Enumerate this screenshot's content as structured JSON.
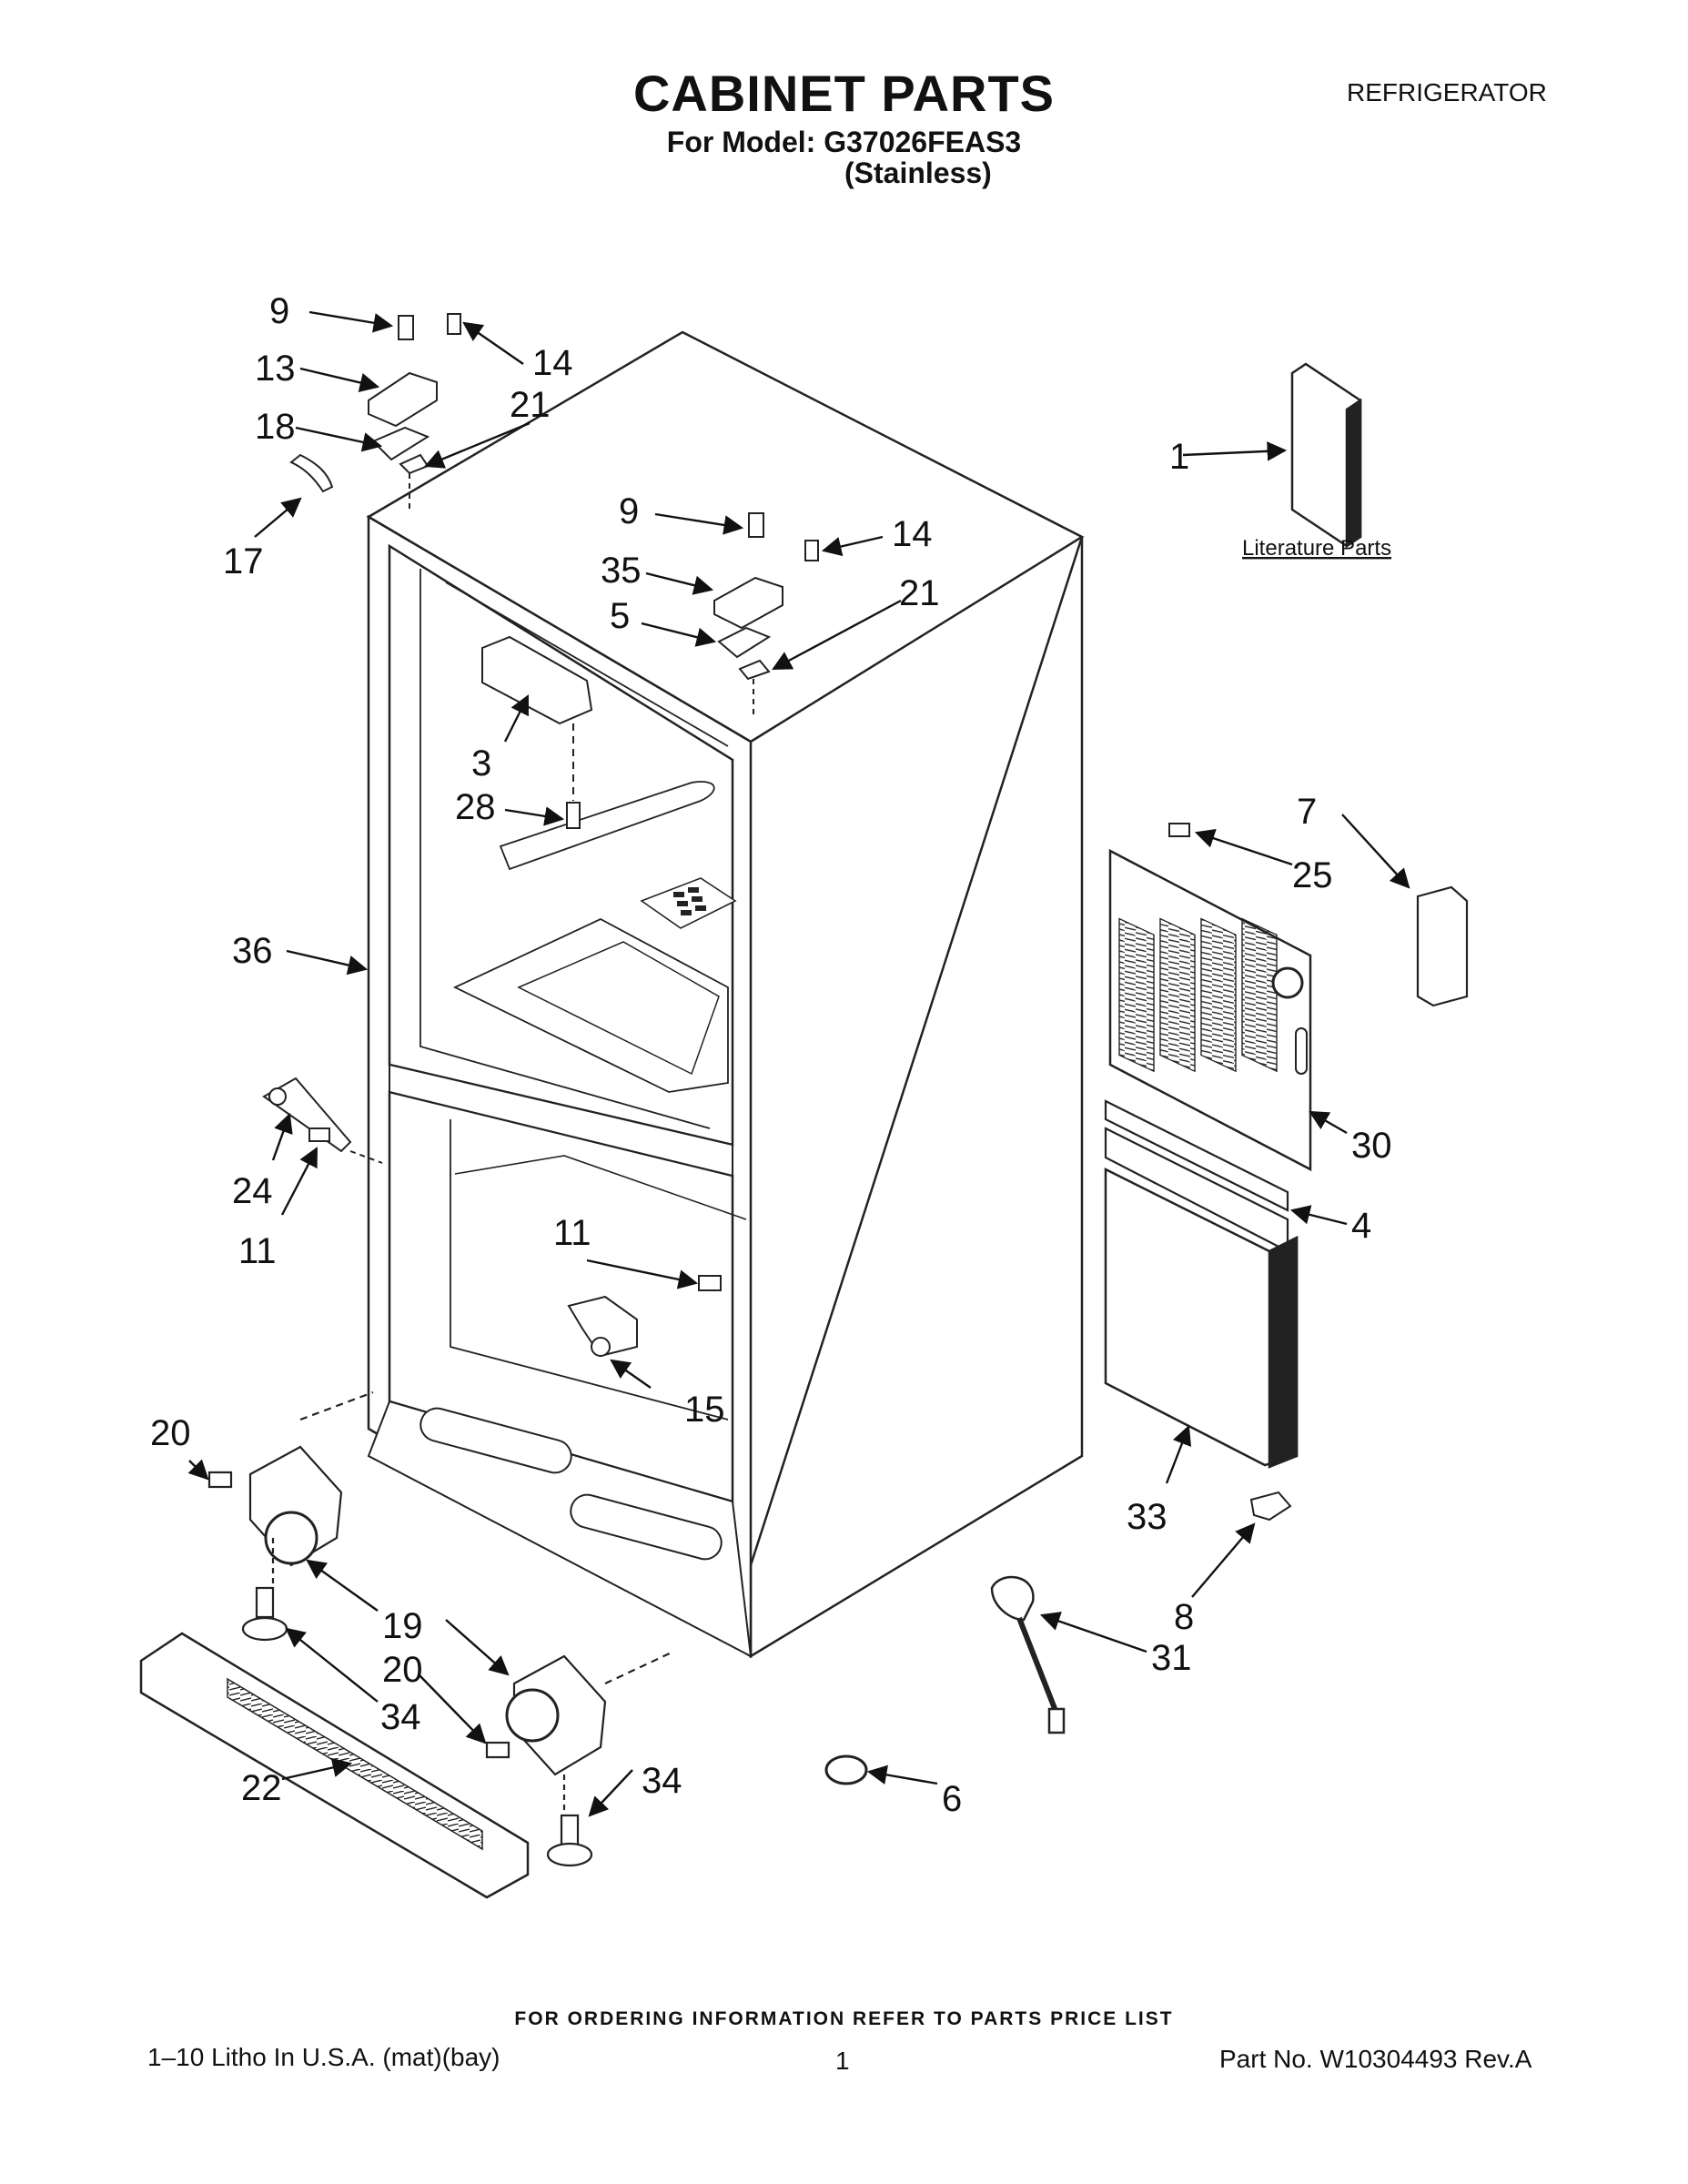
{
  "header": {
    "title": "CABINET PARTS",
    "model_line": "For Model: G37026FEAS3",
    "finish": "(Stainless)",
    "appliance": "REFRIGERATOR"
  },
  "literature": {
    "callout": "1",
    "label": "Literature Parts"
  },
  "callouts": {
    "top_left_screw": "9",
    "top_left_cap": "13",
    "top_left_screw_b": "14",
    "top_left_hinge": "18",
    "top_left_shim": "21",
    "top_left_gasket": "17",
    "top_right_screw": "9",
    "top_right_cap": "35",
    "top_right_screw_b": "14",
    "top_right_hinge": "5",
    "top_right_shim": "21",
    "bracket": "3",
    "bracket_screw": "28",
    "cabinet": "36",
    "grille_screw": "25",
    "cover": "7",
    "rear_panel": "30",
    "strip": "4",
    "side_panel": "33",
    "clip": "8",
    "mid_hinge": "24",
    "mid_hinge_screw": "11",
    "inner_screw": "11",
    "center_hinge": "15",
    "left_roller_screw": "20",
    "roller": "19",
    "right_roller_screw": "20",
    "leveler_left": "34",
    "grille": "22",
    "leveler_right": "34",
    "plug": "6",
    "wrench": "31"
  },
  "footer": {
    "order_info": "FOR ORDERING INFORMATION REFER TO PARTS PRICE LIST",
    "litho": "1–10 Litho In U.S.A. (mat)(bay)",
    "page": "1",
    "part_no": "Part No. W10304493 Rev.A"
  }
}
